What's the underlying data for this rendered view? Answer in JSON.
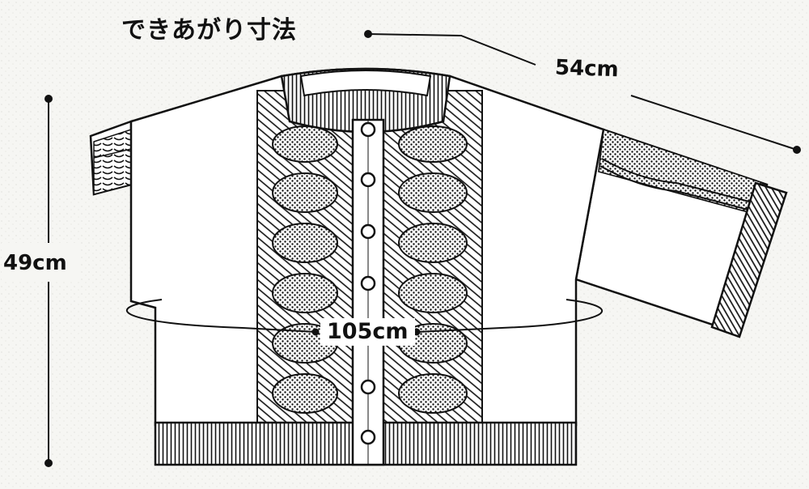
{
  "title": "できあがり寸法",
  "measurements": {
    "height": "49cm",
    "sleeve": "54cm",
    "chest": "105cm"
  },
  "colors": {
    "ink": "#111111",
    "paper": "#f6f6f3",
    "garment": "#ffffff"
  }
}
